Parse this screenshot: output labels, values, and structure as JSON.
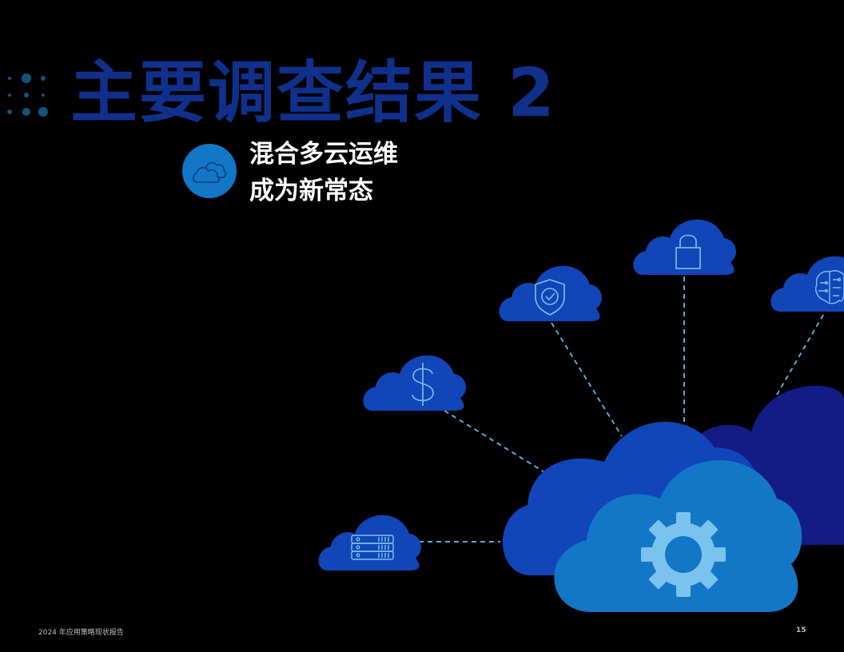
{
  "header": {
    "title": "主要调查结果 2",
    "subtitle_line1": "混合多云运维",
    "subtitle_line2": "成为新常态"
  },
  "icons": {
    "badge": "clouds-icon",
    "nodes": [
      "shield-check-icon",
      "lock-icon",
      "brain-icon",
      "dollar-icon",
      "server-icon",
      "gear-icon"
    ]
  },
  "colors": {
    "title": "#10308c",
    "cloud_blue": "#1145b8",
    "cloud_navy": "#131b85",
    "cloud_light": "#1277c6",
    "gear": "#79c3ee",
    "connector": "#5da7d8"
  },
  "footer": {
    "report_name": "2024 年应用策略现状报告",
    "page_number": "15"
  }
}
